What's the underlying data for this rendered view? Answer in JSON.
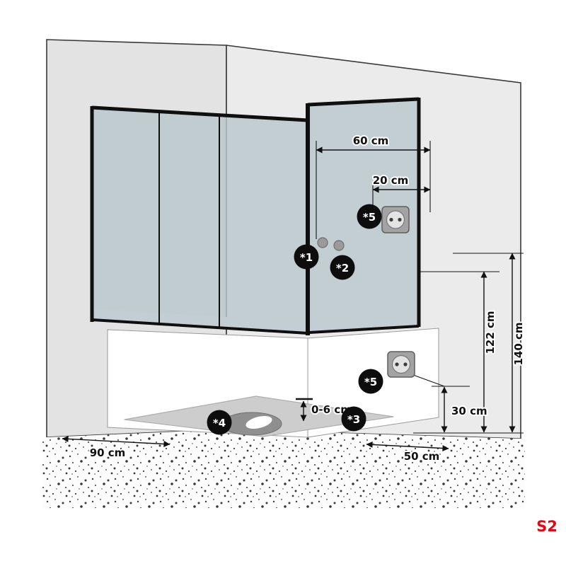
{
  "figure": {
    "type": "shower-cabin-installation-diagram",
    "variant_label": "S2",
    "dims": {
      "width_60": "60 cm",
      "offset_20": "20 cm",
      "height_122": "122 cm",
      "height_140": "140 cm",
      "height_30": "30 cm",
      "range_0_6": "0-6 cm",
      "depth_90": "90 cm",
      "depth_50": "50 cm"
    },
    "markers": {
      "m1": "*1",
      "m2": "*2",
      "m3": "*3",
      "m4": "*4",
      "m5": "*5"
    },
    "icons": [
      "power-socket-icon",
      "drain-icon",
      "connection-point"
    ],
    "colors": {
      "accent_red": "#e30613",
      "glass": "#b9c7cc",
      "glass_rim": "#e9eef0",
      "wall_left": "#e3e3e3",
      "wall_right": "#ebebeb",
      "marker_bg": "#0d0d0d",
      "tray_floor": "#cdcdcd",
      "drain": "#8f8f8f",
      "stipple_dot": "#3a3a3a"
    }
  }
}
